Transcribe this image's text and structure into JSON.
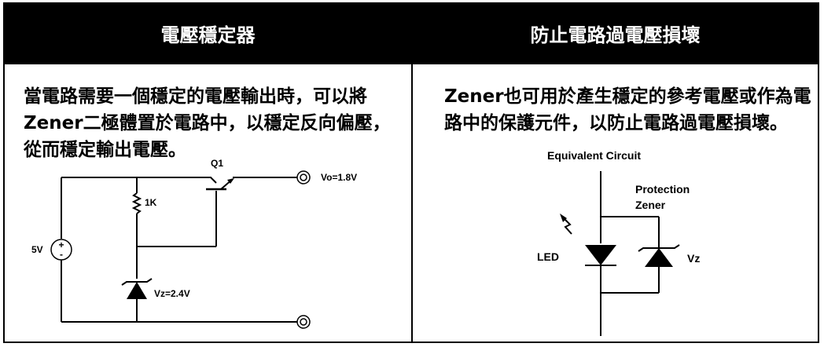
{
  "header": {
    "left_title": "電壓穩定器",
    "right_title": "防止電路過電壓損壞"
  },
  "left_panel": {
    "text": "當電路需要一個穩定的電壓輸出時，可以將Zener二極體置於電路中，以穩定反向偏壓，從而穩定輸出電壓。",
    "circuit": {
      "transistor_label": "Q1",
      "resistor_label": "1K",
      "output_label": "Vo=1.8V",
      "source_label": "5V",
      "source_plus": "+",
      "source_minus": "-",
      "zener_label": "Vz=2.4V"
    }
  },
  "right_panel": {
    "text": "Zener也可用於產生穩定的參考電壓或作為電路中的保護元件，以防止電路過電壓損壞。",
    "circuit": {
      "title": "Equivalent Circuit",
      "protection_line1": "Protection",
      "protection_line2": "Zener",
      "led_label": "LED",
      "vz_label": "Vz"
    }
  }
}
